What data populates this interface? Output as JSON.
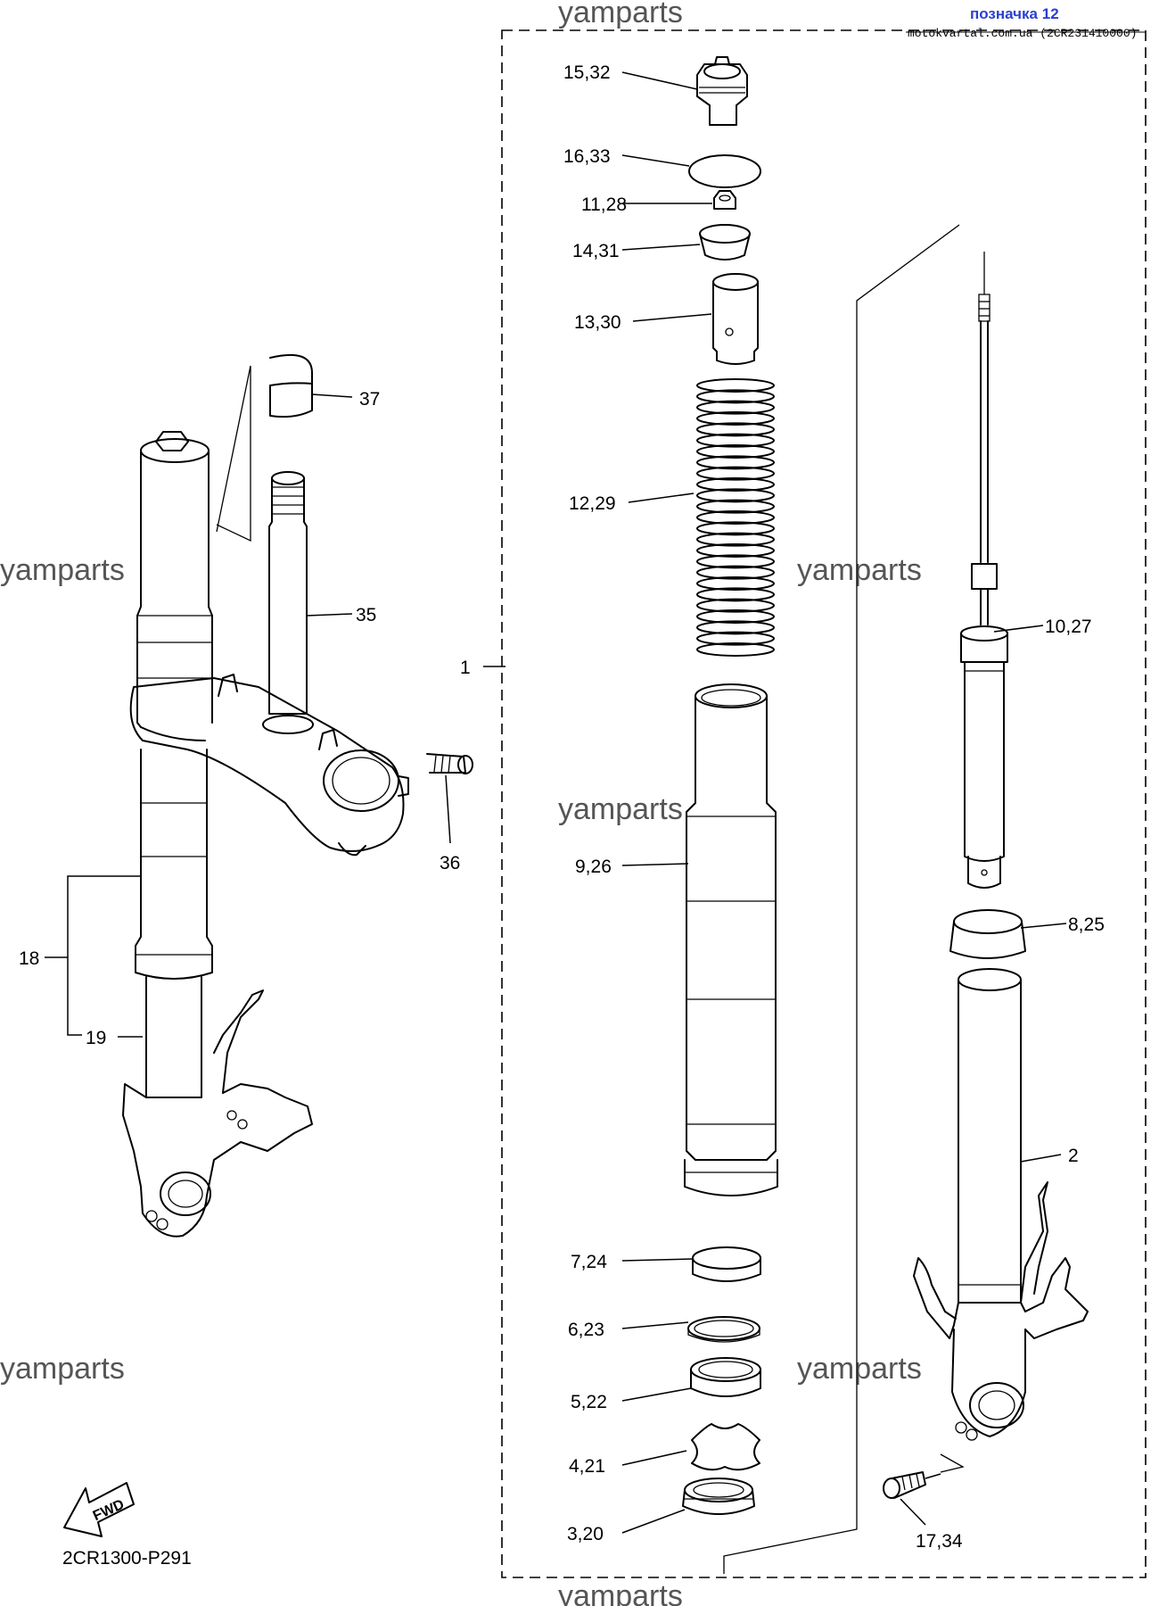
{
  "header": {
    "label": "позначка 12",
    "label_color": "#2a3fd0",
    "source": "motokvartal.com.ua (2CR231410000)"
  },
  "watermark": "yamparts",
  "diagram_code": "2CR1300-P291",
  "fwd_badge": "FWD",
  "callouts": {
    "c1532": "15,32",
    "c1633": "16,33",
    "c1128": "11,28",
    "c1431": "14,31",
    "c1330": "13,30",
    "c1229": "12,29",
    "c1027": "10,27",
    "c926": "9,26",
    "c825": "8,25",
    "c2": "2",
    "c724": "7,24",
    "c623": "6,23",
    "c522": "5,22",
    "c421": "4,21",
    "c320": "3,20",
    "c1734": "17,34",
    "c1": "1",
    "c18": "18",
    "c19": "19",
    "c35": "35",
    "c36": "36",
    "c37": "37"
  }
}
